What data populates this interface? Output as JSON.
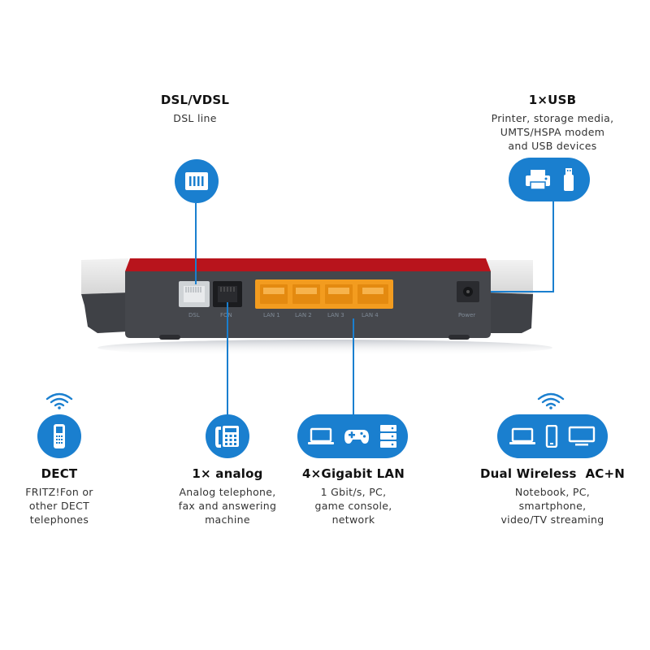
{
  "features": {
    "dsl": {
      "title": "DSL/VDSL",
      "desc": [
        "DSL line"
      ]
    },
    "usb": {
      "title": "1×USB",
      "desc": [
        "Printer, storage media,",
        "UMTS/HSPA modem",
        "and USB devices"
      ]
    },
    "dect": {
      "title": "DECT",
      "desc": [
        "FRITZ!Fon or",
        "other DECT",
        "telephones"
      ]
    },
    "analog": {
      "title": "1× analog",
      "desc": [
        "Analog telephone,",
        "fax and answering",
        "machine"
      ]
    },
    "lan": {
      "title": "4×Gigabit LAN",
      "desc": [
        "1 Gbit/s, PC,",
        "game console,",
        "network"
      ]
    },
    "wireless": {
      "title": "Dual Wireless  AC+N",
      "desc": [
        "Notebook, PC,",
        "smartphone,",
        "video/TV streaming"
      ]
    }
  },
  "ports": {
    "dsl": "DSL",
    "fon": "FON",
    "lan1": "LAN 1",
    "lan2": "LAN 2",
    "lan3": "LAN 3",
    "lan4": "LAN 4",
    "power": "Power"
  },
  "colors": {
    "accent": "#1a7fcf",
    "lan_port": "#f39c1f",
    "router_red": "#b8141c",
    "router_body": "#45474c"
  },
  "icons": [
    "dsl-port-icon",
    "printer-icon",
    "usb-stick-icon",
    "wifi-icon",
    "dect-phone-icon",
    "desk-phone-icon",
    "laptop-icon",
    "gamepad-icon",
    "server-icon",
    "smartphone-icon",
    "monitor-icon"
  ]
}
